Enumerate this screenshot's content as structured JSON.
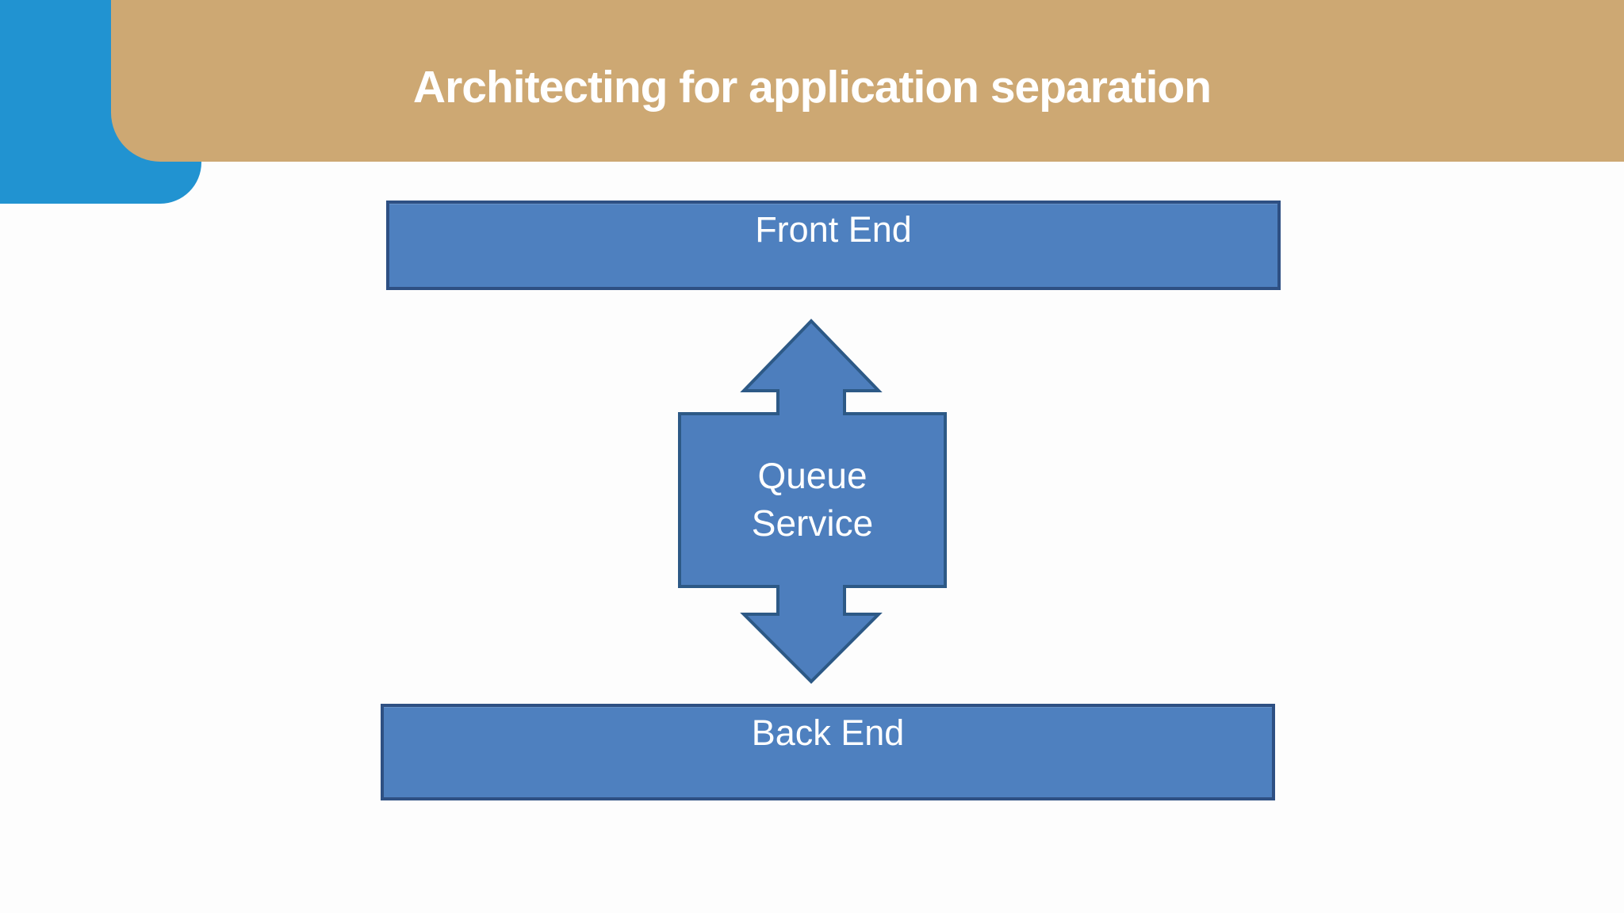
{
  "slide": {
    "title": "Architecting for application separation"
  },
  "diagram": {
    "front_end_label": "Front End",
    "queue_service_label": "Queue Service",
    "back_end_label": "Back End"
  },
  "colors": {
    "header_bar_tan": "#cda873",
    "corner_accent_blue": "#2193d1",
    "node_fill": "#4e80bf",
    "node_border": "#2e5083",
    "arrow_fill": "#4d7ebd",
    "arrow_border": "#2d5986",
    "text_on_shapes": "#ffffff",
    "background": "#fdfdfd"
  }
}
